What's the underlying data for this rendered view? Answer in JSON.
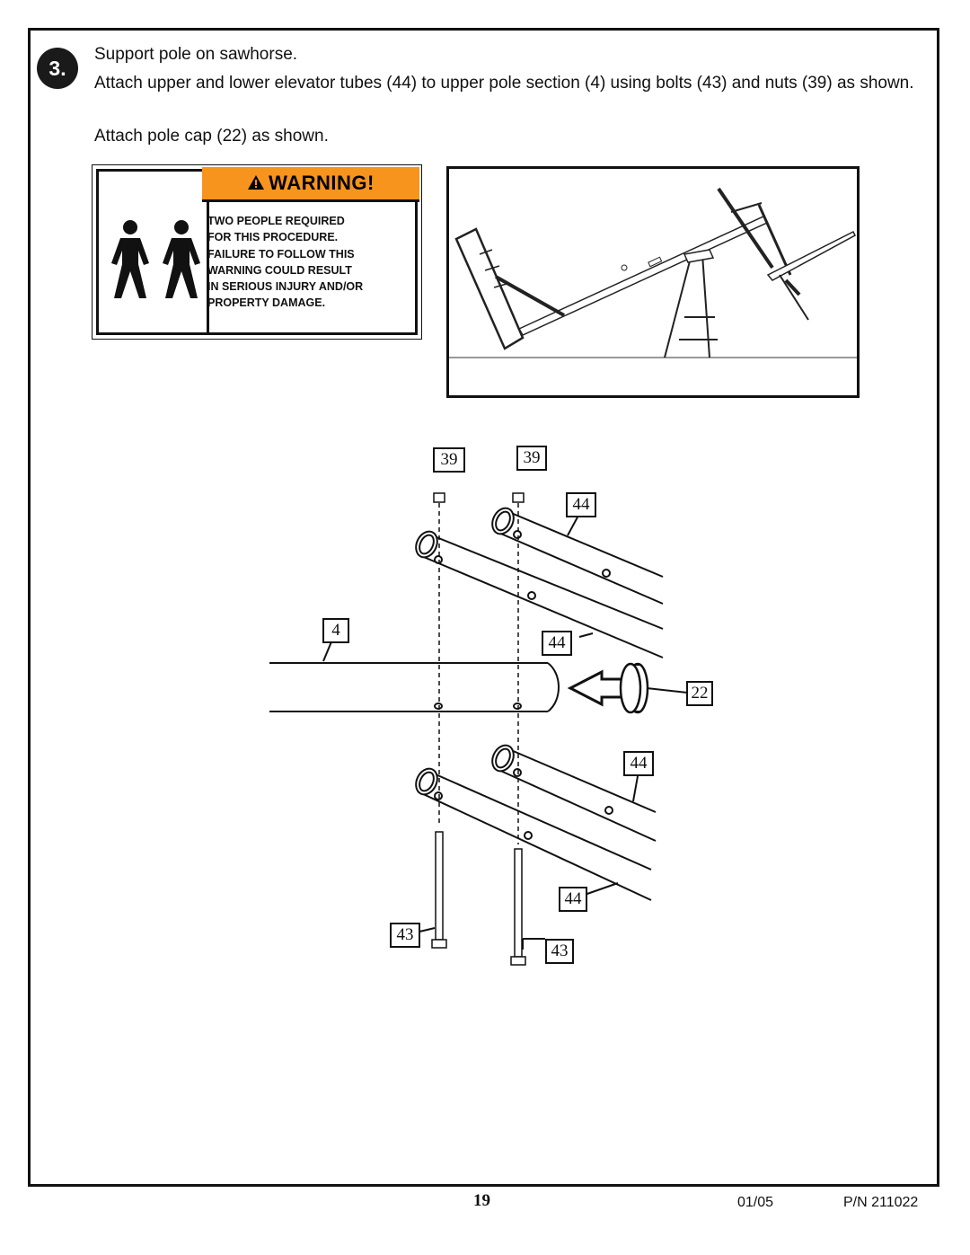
{
  "step": {
    "number": "3."
  },
  "instructions": {
    "line1": "Support pole on sawhorse.",
    "line2": "Attach upper and lower elevator tubes (44) to upper pole section (4) using bolts (43) and nuts (39) as shown.",
    "line3": "Attach pole cap (22) as shown."
  },
  "warning": {
    "title": "WARNING!",
    "lines": [
      "TWO PEOPLE REQUIRED",
      "FOR THIS PROCEDURE.",
      "FAILURE TO FOLLOW THIS",
      "WARNING COULD RESULT",
      "IN SERIOUS INJURY AND/OR",
      "PROPERTY DAMAGE."
    ],
    "color": "#f7941d",
    "icon": "two-people-icon"
  },
  "callouts": {
    "nut_left": "39",
    "nut_right": "39",
    "tube_upper_right": "44",
    "tube_upper_left": "44",
    "pole": "4",
    "cap": "22",
    "tube_lower_right": "44",
    "tube_lower_left": "44",
    "bolt_left": "43",
    "bolt_right": "43"
  },
  "footer": {
    "page": "19",
    "date": "01/05",
    "part_number": "P/N 211022"
  }
}
